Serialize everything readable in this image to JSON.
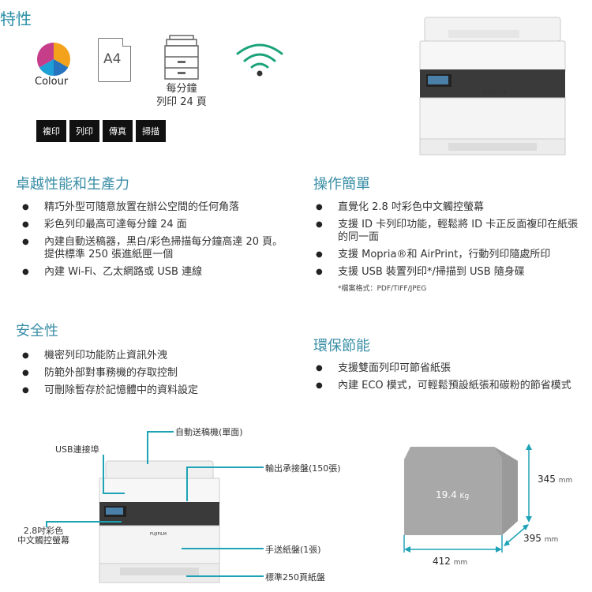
{
  "features": {
    "title": "特性",
    "colour_label": "Colour",
    "paper_label": "A4",
    "speed_text_1": "每分鐘",
    "speed_text_2": "列印 24 頁",
    "tags": [
      "複印",
      "列印",
      "傳真",
      "掃描"
    ]
  },
  "printer_brand": "FUJIFILM",
  "performance": {
    "heading": "卓越性能和生產力",
    "items": [
      "精巧外型可隨意放置在辦公空間的任何角落",
      "彩色列印最高可達每分鐘 24 面",
      "內建自動送稿器，黑白/彩色掃描每分鐘高達 20 頁。提供標準 250 張進紙匣一個",
      "內建 Wi-Fi、乙太網路或 USB 連線"
    ]
  },
  "operation": {
    "heading": "操作簡單",
    "items": [
      "直覺化 2.8 吋彩色中文觸控螢幕",
      "支援 ID 卡列印功能，輕鬆將 ID 卡正反面複印在紙張的同一面",
      "支援 Mopria®和 AirPrint，行動列印隨處所印",
      "支援 USB 裝置列印*/掃描到 USB 隨身碟"
    ],
    "note": "*檔案格式：PDF/TIFF/JPEG"
  },
  "security": {
    "heading": "安全性",
    "items": [
      "機密列印功能防止資訊外洩",
      "防範外部對事務機的存取控制",
      "可刪除暫存於記憶體中的資料設定"
    ]
  },
  "eco": {
    "heading": "環保節能",
    "items": [
      "支援雙面列印可節省紙張",
      "內建 ECO 模式，可輕鬆預設紙張和碳粉的節省模式"
    ]
  },
  "diagram": {
    "adf": "自動送稿機(單面)",
    "usb": "USB連接埠",
    "output_tray": "輸出承接盤(150張)",
    "screen_1": "2.8吋彩色",
    "screen_2": "中文觸控螢幕",
    "manual_tray": "手送紙盤(1張)",
    "std_tray": "標準250頁紙盤"
  },
  "dimensions": {
    "weight": "19.4",
    "weight_unit": "Kg",
    "height": "345",
    "depth": "395",
    "width": "412",
    "unit": "mm"
  }
}
